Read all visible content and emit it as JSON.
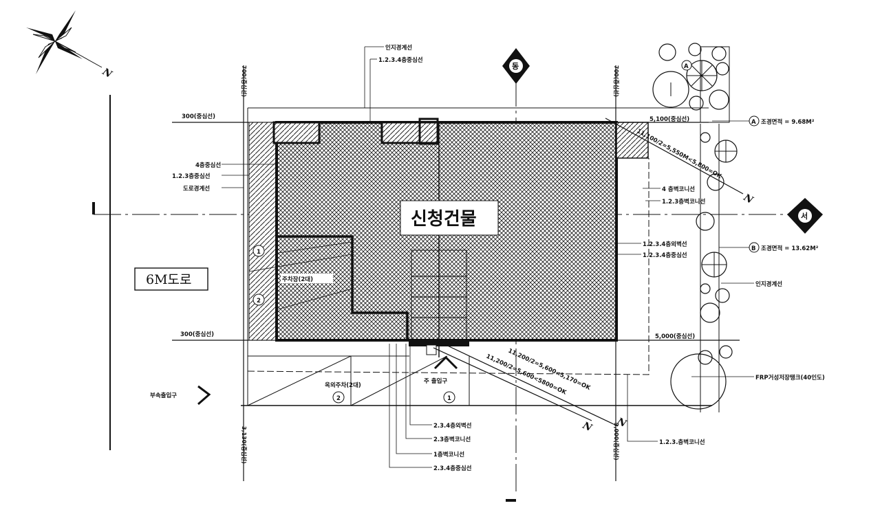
{
  "building": {
    "title": "신청건물"
  },
  "road": {
    "label": "6M도로"
  },
  "markers": {
    "east": "동",
    "west": "서"
  },
  "north_label": "N",
  "labels": {
    "site_boundary_top": "인지경계선",
    "center_1234_top": "1.2.3.4층중심선",
    "offset_300_top": "300(중심선)",
    "offset_300_bottom": "300(중심선)",
    "offset_700_left": "700(중심선)",
    "offset_700_right": "700(중심선)",
    "floor4_center": "4층중심선",
    "floor123_center": "1.2.3층중심선",
    "road_boundary": "도로경계선",
    "dim_5100": "5,100(중심선)",
    "dim_5000": "5,000(중심선)",
    "landscape_a": "조경면적 = 9.68M²",
    "landscape_b": "조경면적 = 13.62M²",
    "floor4_corner": "4 층벽코니선",
    "floor123_corner": "1.2.3층벽코니선",
    "floor1234_wall": "1.2.3.4층외벽선",
    "floor1234_center_r": "1.2.3.4층중심선",
    "site_boundary_right": "인지경계선",
    "frp_tank": "FRP거성저장탱크(40인도)",
    "floor123_corner_b": "1.2.3.층벽코니선",
    "parking_room": "주차장(2대)",
    "parking_label": "옥외주차(2대)",
    "main_entrance": "주  출입구",
    "sub_entrance": "부속출입구",
    "floor234_wall": "2.3.4층외벽선",
    "floor23_corner": "2.3층벽코니선",
    "floor1_corner": "1층벽코니선",
    "floor234_center": "2.3.4층중심선",
    "dim_3130": "3,130(중심선)",
    "dim_3000": "3,000(중심선)",
    "diag_upper": "11,200/2=5,600<5,170=OK",
    "diag_lower": "11,200/2=5,600<5800=OK",
    "diag_right": "11,100/2=5,550M<5,800=OK",
    "num_1": "1",
    "num_2": "2",
    "circle_a": "A",
    "circle_b": "B"
  },
  "colors": {
    "ink": "#111111",
    "paper": "#ffffff"
  }
}
